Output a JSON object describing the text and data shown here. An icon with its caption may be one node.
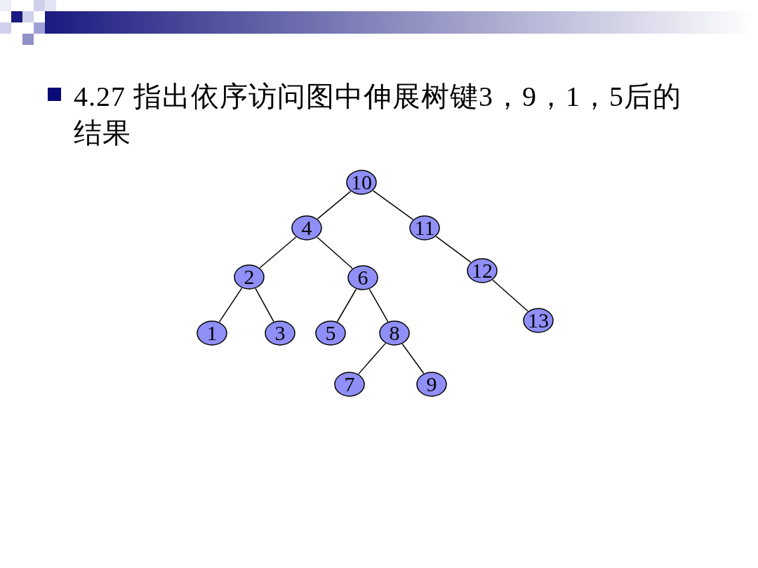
{
  "diagram": {
    "title": "4.27 指出依序访问图中伸展树键3，9，1，5后的结果",
    "nodes": [
      {
        "text": [
          "10"
        ]
      },
      {
        "text": [
          "4"
        ]
      },
      {
        "text": [
          "11"
        ]
      },
      {
        "text": [
          "2"
        ]
      },
      {
        "text": [
          "6"
        ]
      },
      {
        "text": [
          "12"
        ]
      },
      {
        "text": [
          "1"
        ]
      },
      {
        "text": [
          "3"
        ]
      },
      {
        "text": [
          "5"
        ]
      },
      {
        "text": [
          "8"
        ]
      },
      {
        "text": [
          "13"
        ]
      },
      {
        "text": [
          "7"
        ]
      },
      {
        "text": [
          "9"
        ]
      }
    ],
    "edges": [
      {
        "from": 0,
        "to": 1,
        "arrow": "none"
      },
      {
        "from": 0,
        "to": 2,
        "arrow": "none"
      },
      {
        "from": 1,
        "to": 3,
        "arrow": "none"
      },
      {
        "from": 1,
        "to": 4,
        "arrow": "none"
      },
      {
        "from": 2,
        "to": 5,
        "arrow": "none"
      },
      {
        "from": 3,
        "to": 6,
        "arrow": "none"
      },
      {
        "from": 3,
        "to": 7,
        "arrow": "none"
      },
      {
        "from": 4,
        "to": 8,
        "arrow": "none"
      },
      {
        "from": 4,
        "to": 9,
        "arrow": "none"
      },
      {
        "from": 5,
        "to": 10,
        "arrow": "none"
      },
      {
        "from": 9,
        "to": 11,
        "arrow": "none"
      },
      {
        "from": 9,
        "to": 12,
        "arrow": "none"
      }
    ]
  }
}
